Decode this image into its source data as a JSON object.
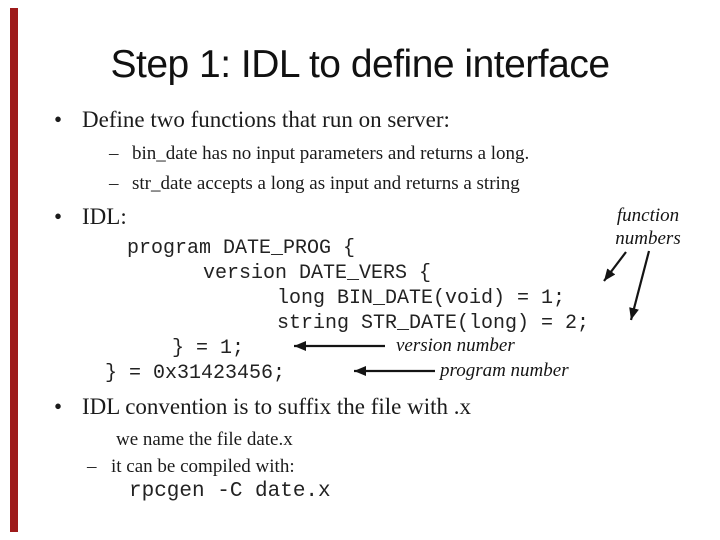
{
  "slide": {
    "title": "Step 1: IDL to define interface",
    "accent_color": "#9e1b1b",
    "glyphs": {
      "bullet": "•",
      "dash": "–"
    },
    "bullets": {
      "define_functions": "Define two functions that run on server:",
      "bin_date": "bin_date has no input parameters and returns a long.",
      "str_date": "str_date accepts a long as input and returns a string",
      "idl_label": "IDL:",
      "idl_convention": "IDL convention is to suffix the file with .x",
      "we_name": "we name the file date.x",
      "compile_with": "it can be compiled with:"
    },
    "code": {
      "l1": "program DATE_PROG {",
      "l2": "version DATE_VERS {",
      "l3": "long BIN_DATE(void) = 1;",
      "l4": "string STR_DATE(long) = 2;",
      "l5": "} = 1;",
      "l6": "} = 0x31423456;",
      "compile_cmd": "rpcgen -C date.x"
    },
    "annotations": {
      "function_l1": "function",
      "function_l2": "numbers",
      "version": "version number",
      "program": "program number"
    }
  }
}
